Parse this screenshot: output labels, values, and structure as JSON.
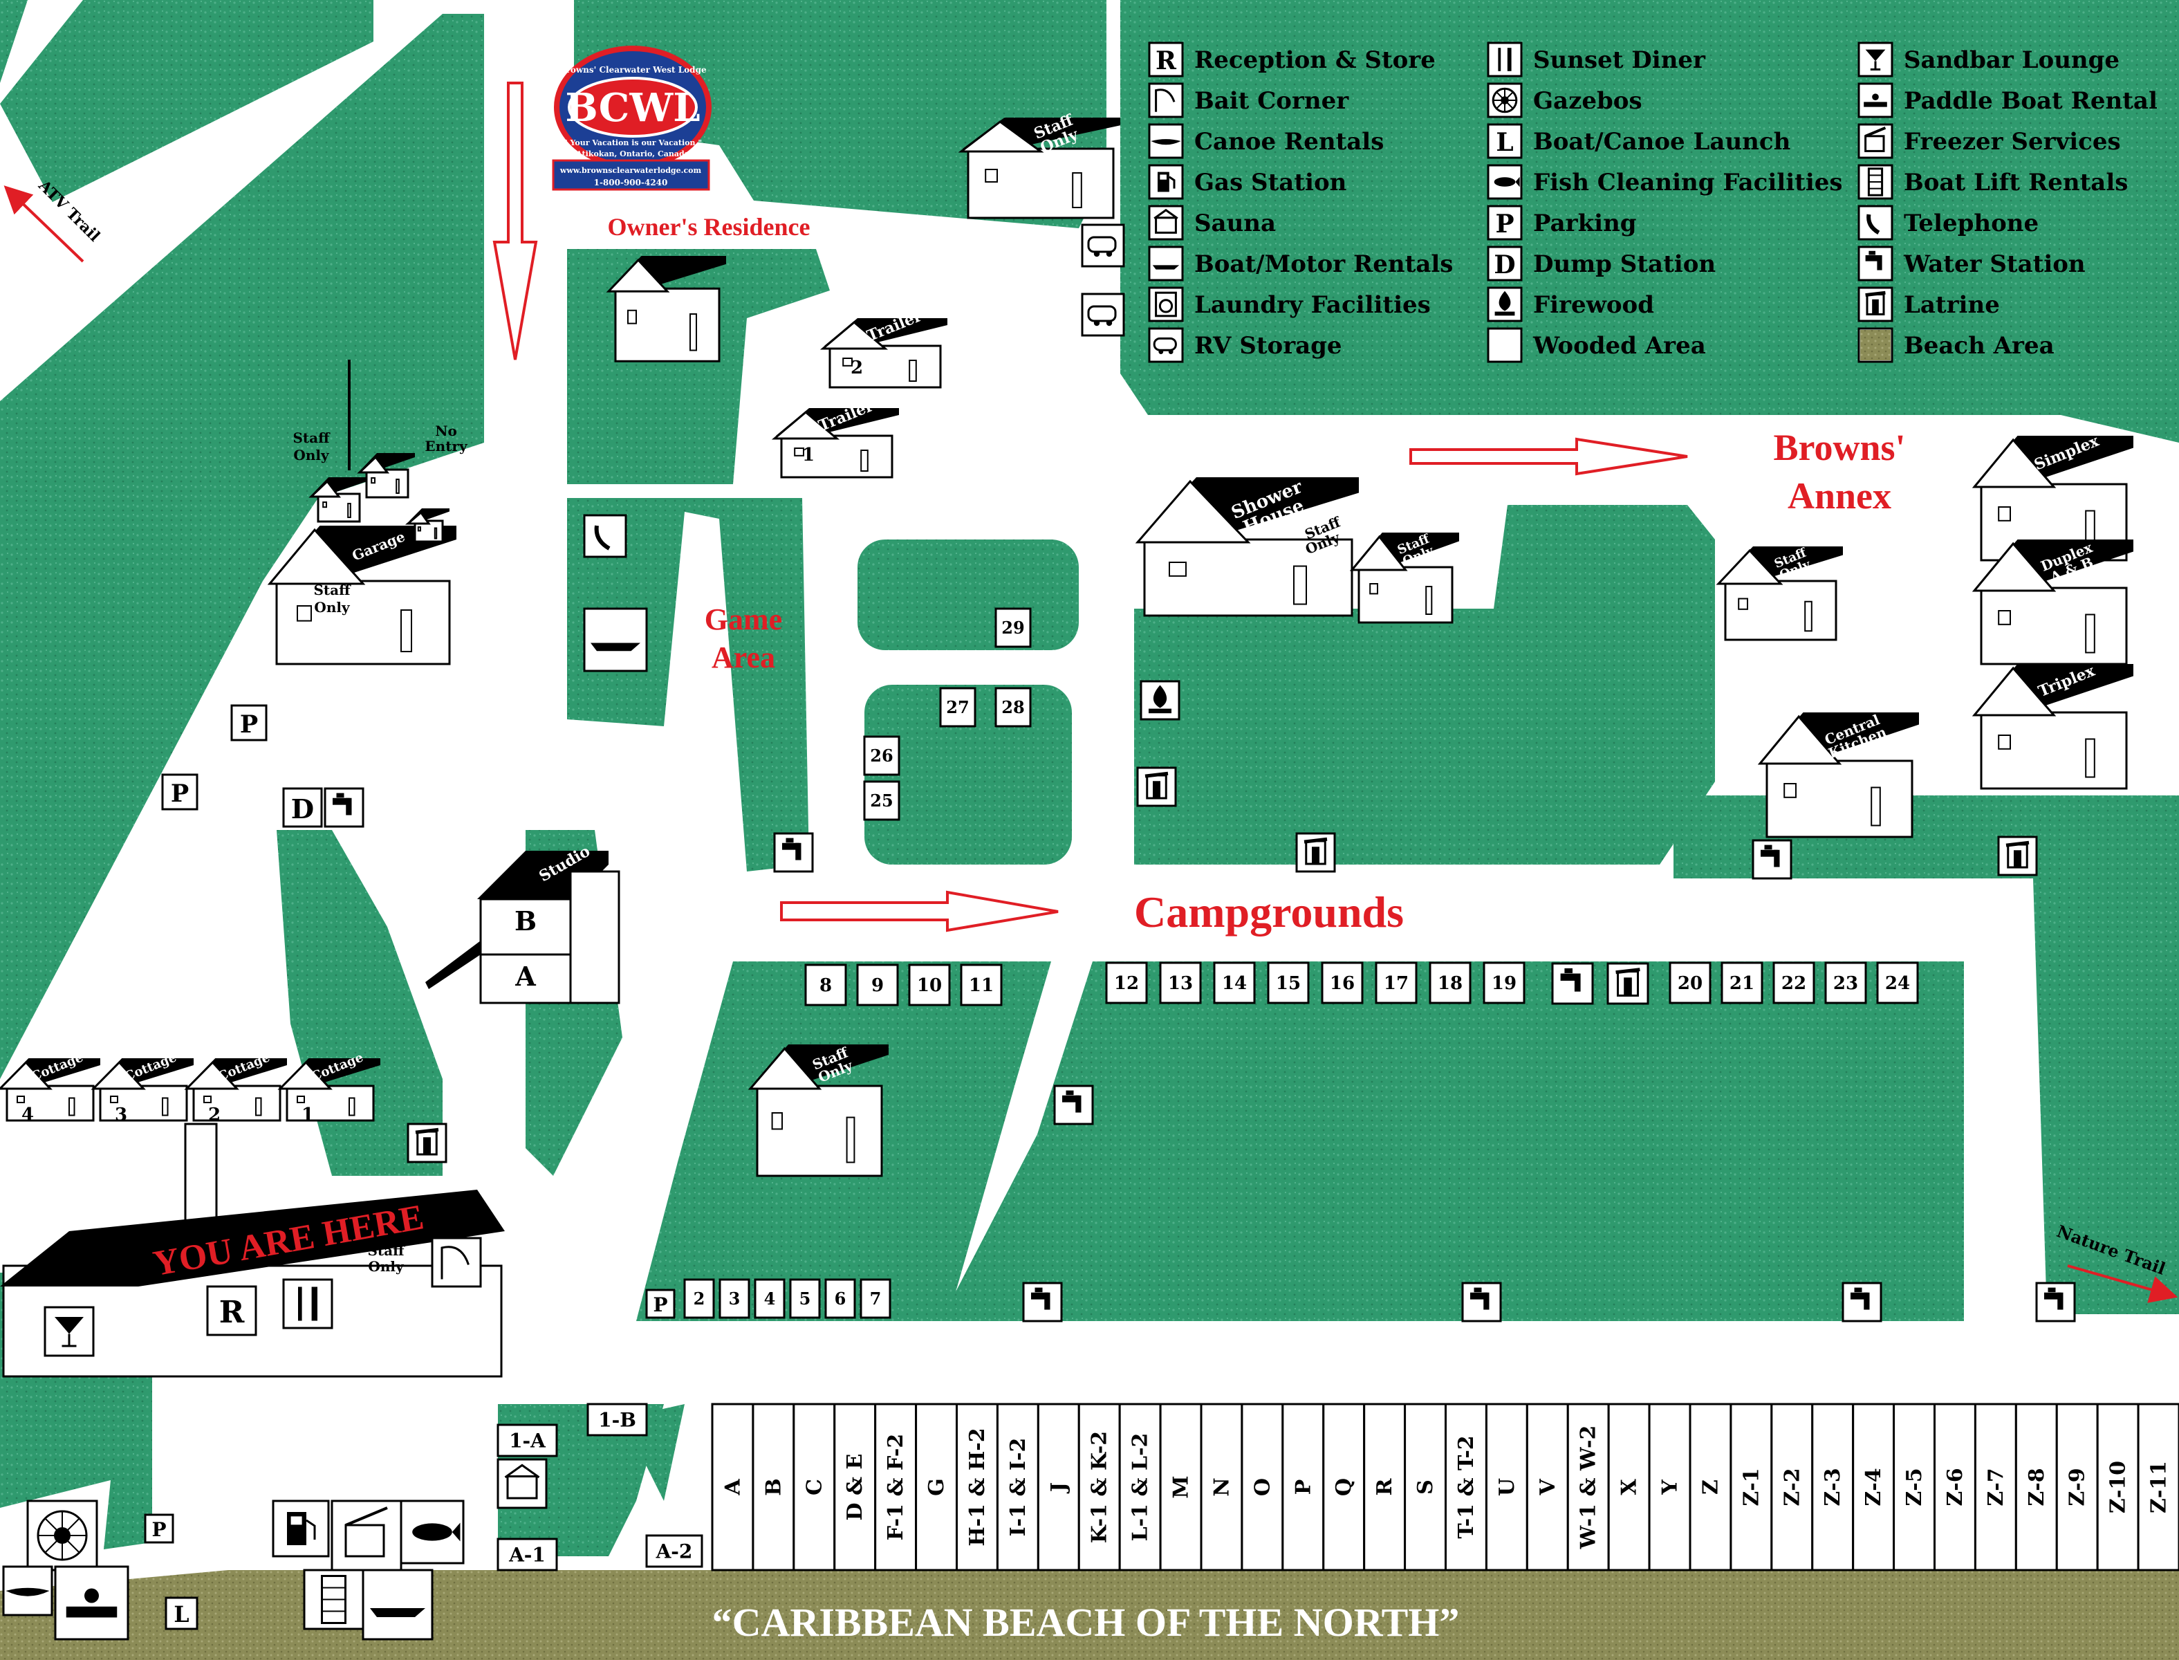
{
  "colors": {
    "grass": "#2f9a6e",
    "grass_dot": "#4fb08a",
    "road": "#ffffff",
    "beach": "#8a8a55",
    "accent": "#e01e25",
    "logo_blue": "#1c3f95"
  },
  "logo": {
    "name": "BCWL",
    "arc_top": "Browns' Clearwater West Lodge",
    "tagline": "\" Your Vacation is our Vacation \"",
    "location": "Atikokan, Ontario, Canada",
    "website": "www.brownsclearwaterlodge.com",
    "phone": "1-800-900-4240"
  },
  "headings": {
    "owners_residence": "Owner's Residence",
    "game_area_1": "Game",
    "game_area_2": "Area",
    "browns_annex_1": "Browns'",
    "browns_annex_2": "Annex",
    "campgrounds": "Campgrounds",
    "you_are_here": "YOU ARE HERE",
    "slogan": "“CARIBBEAN BEACH OF THE NORTH”"
  },
  "trails": {
    "atv": "ATV Trail",
    "nature": "Nature Trail"
  },
  "legend": [
    {
      "symbol": "R",
      "icon": "reception-icon",
      "label": "Reception & Store"
    },
    {
      "symbol": "",
      "icon": "bait-icon",
      "label": "Bait Corner"
    },
    {
      "symbol": "",
      "icon": "canoe-icon",
      "label": "Canoe Rentals"
    },
    {
      "symbol": "",
      "icon": "gas-pump-icon",
      "label": "Gas Station"
    },
    {
      "symbol": "",
      "icon": "sauna-icon",
      "label": "Sauna"
    },
    {
      "symbol": "",
      "icon": "boat-icon",
      "label": "Boat/Motor Rentals"
    },
    {
      "symbol": "",
      "icon": "laundry-icon",
      "label": "Laundry Facilities"
    },
    {
      "symbol": "",
      "icon": "rv-icon",
      "label": "RV Storage"
    },
    {
      "symbol": "",
      "icon": "fork-knife-icon",
      "label": "Sunset Diner"
    },
    {
      "symbol": "",
      "icon": "gazebo-icon",
      "label": "Gazebos"
    },
    {
      "symbol": "L",
      "icon": "launch-icon",
      "label": "Boat/Canoe Launch"
    },
    {
      "symbol": "",
      "icon": "fish-icon",
      "label": "Fish Cleaning Facilities"
    },
    {
      "symbol": "P",
      "icon": "parking-icon",
      "label": "Parking"
    },
    {
      "symbol": "D",
      "icon": "dump-icon",
      "label": "Dump Station"
    },
    {
      "symbol": "",
      "icon": "firewood-icon",
      "label": "Firewood"
    },
    {
      "symbol": "",
      "icon": "wooded-icon",
      "label": "Wooded Area"
    },
    {
      "symbol": "",
      "icon": "cocktail-icon",
      "label": "Sandbar Lounge"
    },
    {
      "symbol": "",
      "icon": "paddle-boat-icon",
      "label": "Paddle Boat Rental"
    },
    {
      "symbol": "",
      "icon": "freezer-icon",
      "label": "Freezer Services"
    },
    {
      "symbol": "",
      "icon": "boat-lift-icon",
      "label": "Boat Lift Rentals"
    },
    {
      "symbol": "",
      "icon": "telephone-icon",
      "label": "Telephone"
    },
    {
      "symbol": "",
      "icon": "water-tap-icon",
      "label": "Water Station"
    },
    {
      "symbol": "",
      "icon": "latrine-icon",
      "label": "Latrine"
    },
    {
      "symbol": "",
      "icon": "beach-icon",
      "label": "Beach Area"
    }
  ],
  "buildings": {
    "staff_only": "Staff Only",
    "staff": "Staff",
    "only": "Only",
    "no": "No",
    "entry": "Entry",
    "garage": "Garage",
    "trailer": "Trailer",
    "trailer_1": "1",
    "trailer_2": "2",
    "studio": "Studio",
    "studio_a": "A",
    "studio_b": "B",
    "shower_house_1": "Shower",
    "shower_house_2": "House",
    "simplex": "Simplex",
    "duplex_1": "Duplex",
    "duplex_2": "A & B",
    "triplex": "Triplex",
    "central_1": "Central",
    "central_2": "Kitchen",
    "cottage": "Cottage",
    "cottages": [
      "4",
      "3",
      "2",
      "1"
    ],
    "reception_r": "R"
  },
  "map_symbols": {
    "parking": "P",
    "dump": "D",
    "launch": "L"
  },
  "sites": {
    "left_row": [
      "2",
      "3",
      "4",
      "5",
      "6",
      "7"
    ],
    "mid_row_a": [
      "8",
      "9",
      "10",
      "11"
    ],
    "mid_row_b": [
      "12",
      "13",
      "14",
      "15",
      "16",
      "17",
      "18",
      "19"
    ],
    "mid_row_c": [
      "20",
      "21",
      "22",
      "23",
      "24"
    ],
    "block_25_29": [
      "25",
      "26",
      "27",
      "28",
      "29"
    ],
    "beach_small": [
      "1-A",
      "1-B",
      "A-1",
      "A-2"
    ],
    "beach_row": [
      "A",
      "B",
      "C",
      "D & E",
      "F-1 & F-2",
      "G",
      "H-1 & H-2",
      "I-1 & I-2",
      "J",
      "K-1 & K-2",
      "L-1 & L-2",
      "M",
      "N",
      "O",
      "P",
      "Q",
      "R",
      "S",
      "T-1 & T-2",
      "U",
      "V",
      "W-1 & W-2",
      "X",
      "Y",
      "Z",
      "Z-1",
      "Z-2",
      "Z-3",
      "Z-4",
      "Z-5",
      "Z-6",
      "Z-7",
      "Z-8",
      "Z-9",
      "Z-10",
      "Z-11"
    ]
  }
}
